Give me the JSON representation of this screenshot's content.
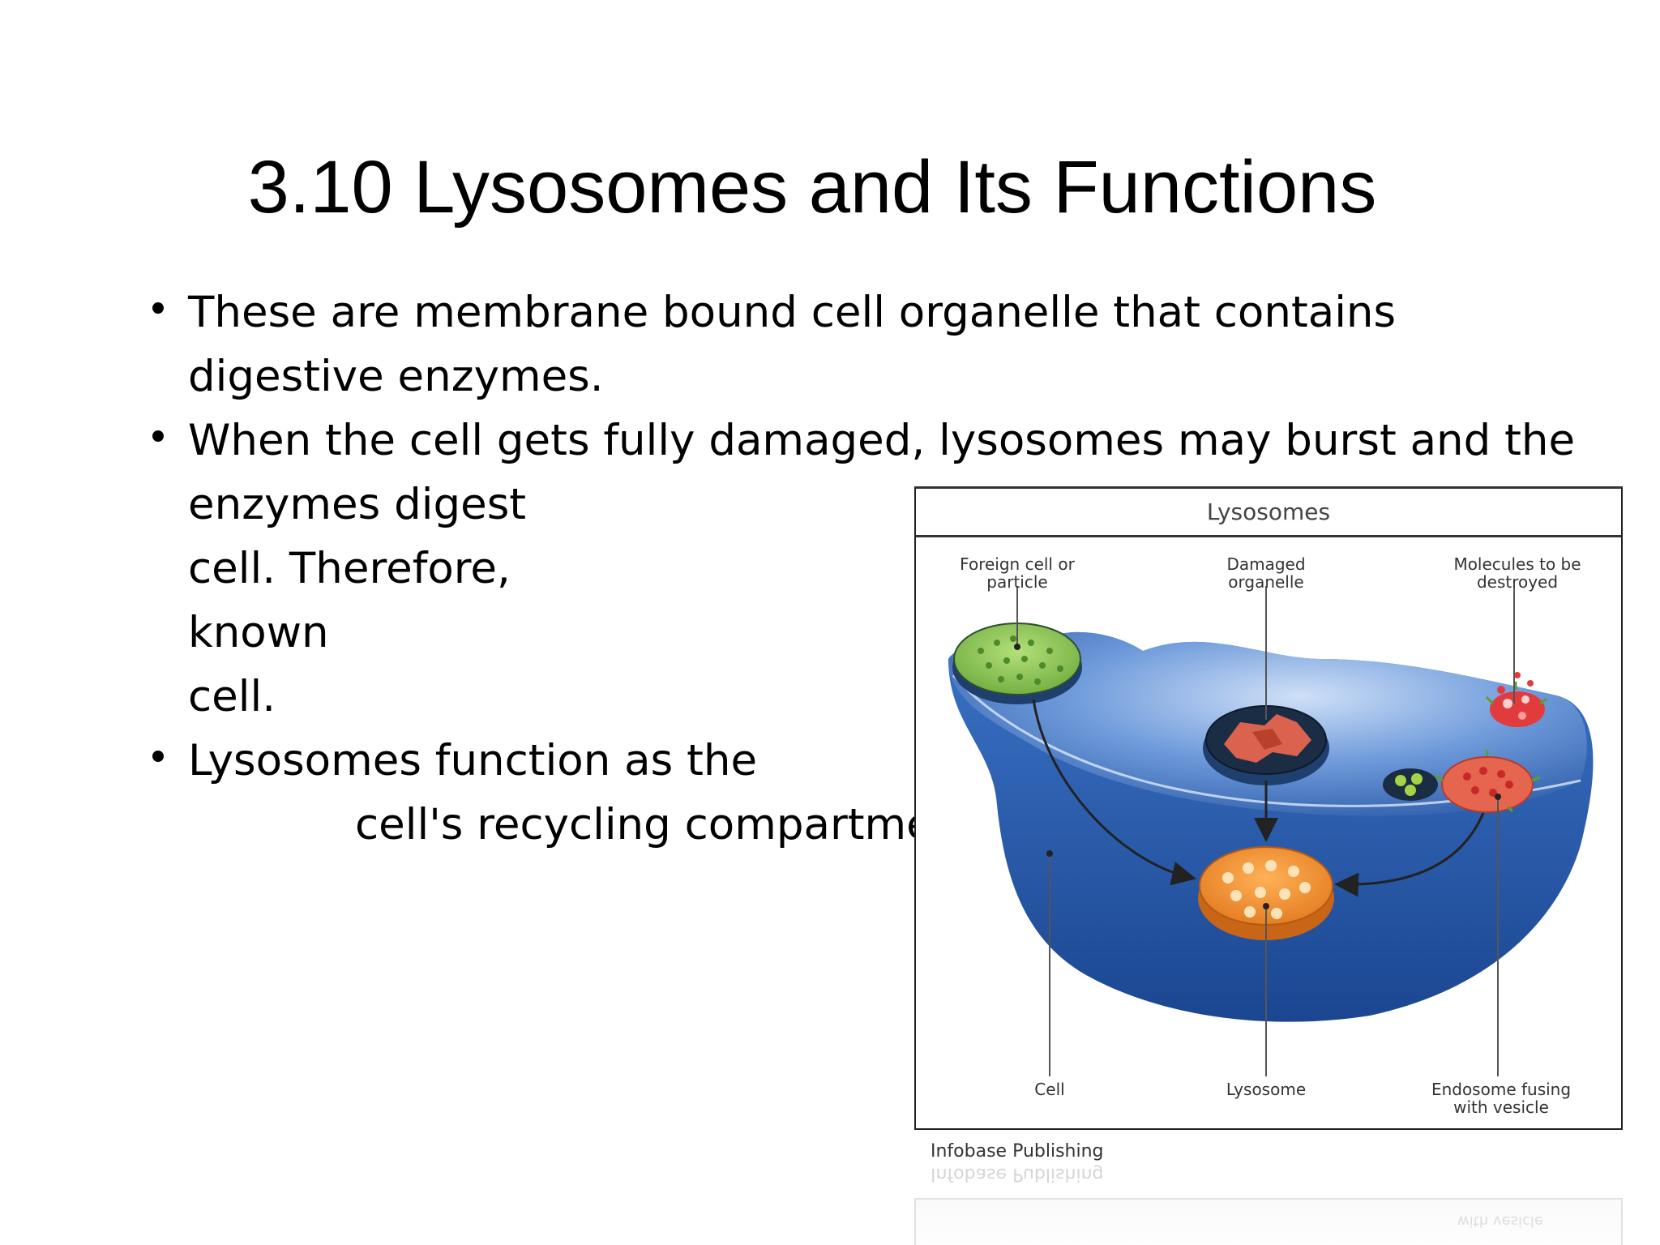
{
  "slide": {
    "title": "3.10 Lysosomes and Its Functions",
    "bullets": [
      {
        "lines": [
          "These are membrane bound cell organelle that contains",
          "digestive enzymes."
        ]
      },
      {
        "lines": [
          "When the cell gets fully damaged, lysosomes may burst and the",
          "enzymes digest",
          "cell. Therefore,",
          "known",
          "cell."
        ]
      },
      {
        "lines": [
          "Lysosomes function as the",
          "cell's recycling compartme"
        ]
      }
    ]
  },
  "figure": {
    "title": "Lysosomes",
    "labels": {
      "foreign": "Foreign cell or particle",
      "damaged": "Damaged organelle",
      "molecules": "Molecules to be destroyed",
      "cell": "Cell",
      "lysosome": "Lysosome",
      "endosome": "Endosome fusing with vesicle"
    },
    "credit": "Infobase Publishing"
  },
  "colors": {
    "cell_blue": "#2f66b8",
    "lysosome_orange": "#f08a2a",
    "foreign_green": "#8bc34a",
    "damaged_red": "#e5654f"
  }
}
